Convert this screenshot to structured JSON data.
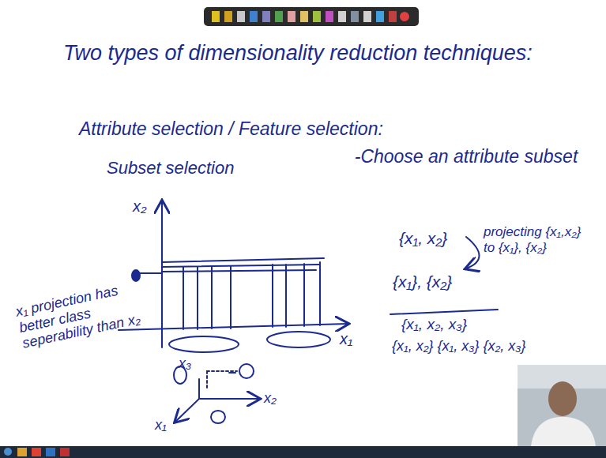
{
  "diagram": {
    "title": "Two types of dimensionality reduction techniques:",
    "labels": [
      "Attribute selection / Feature selection:",
      "Subset selection",
      "-Choose an attribute subset",
      "{x₁, x₂}",
      "projecting {x₁,x₂} to {x₁}, {x₂}",
      "{x₁}, {x₂}",
      "{x₁, x₂, x₃}",
      "{x₁, x₂} {x₁, x₃} {x₂, x₃}",
      "x₂",
      "x₁",
      "x₃",
      "x₁ projection has better class seperability than x₂",
      "x₂",
      "x₁"
    ]
  }
}
